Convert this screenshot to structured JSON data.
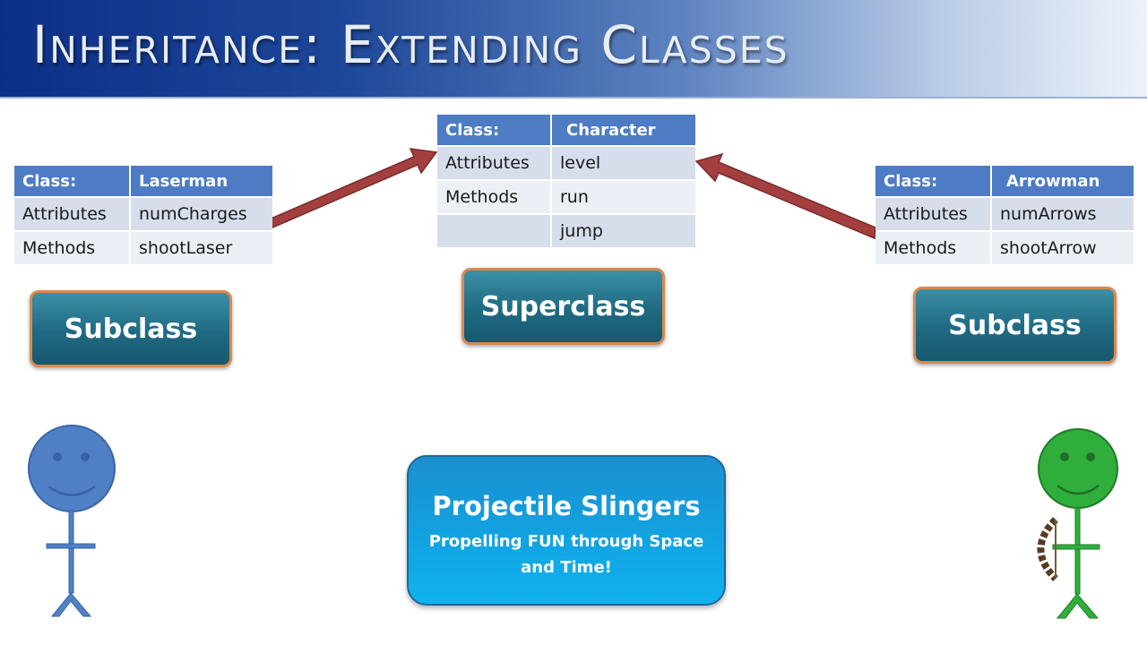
{
  "header": {
    "title": "Inheritance: Extending Classes"
  },
  "superclass": {
    "class_label": "Class:",
    "class_name": "Character",
    "attributes_label": "Attributes",
    "attributes": [
      "level"
    ],
    "methods_label": "Methods",
    "methods": [
      "run",
      "jump"
    ],
    "tag": "Superclass"
  },
  "subclass_left": {
    "class_label": "Class:",
    "class_name": "Laserman",
    "attributes_label": "Attributes",
    "attribute": "numCharges",
    "methods_label": "Methods",
    "method": "shootLaser",
    "tag": "Subclass"
  },
  "subclass_right": {
    "class_label": "Class:",
    "class_name": "Arrowman",
    "attributes_label": "Attributes",
    "attribute": "numArrows",
    "methods_label": "Methods",
    "method": "shootArrow",
    "tag": "Subclass"
  },
  "promo": {
    "title": "Projectile Slingers",
    "subtitle": "Propelling FUN through Space and Time!"
  },
  "colors": {
    "banner": "#0c2f86",
    "table_header": "#4d7cc4",
    "arrow": "#a3403f",
    "tag_border": "#d9894f",
    "tag_fill": "#1f6a82",
    "promo_fill": "#12a4e2",
    "left_figure": "#4f80c6",
    "right_figure": "#2fae3c"
  }
}
